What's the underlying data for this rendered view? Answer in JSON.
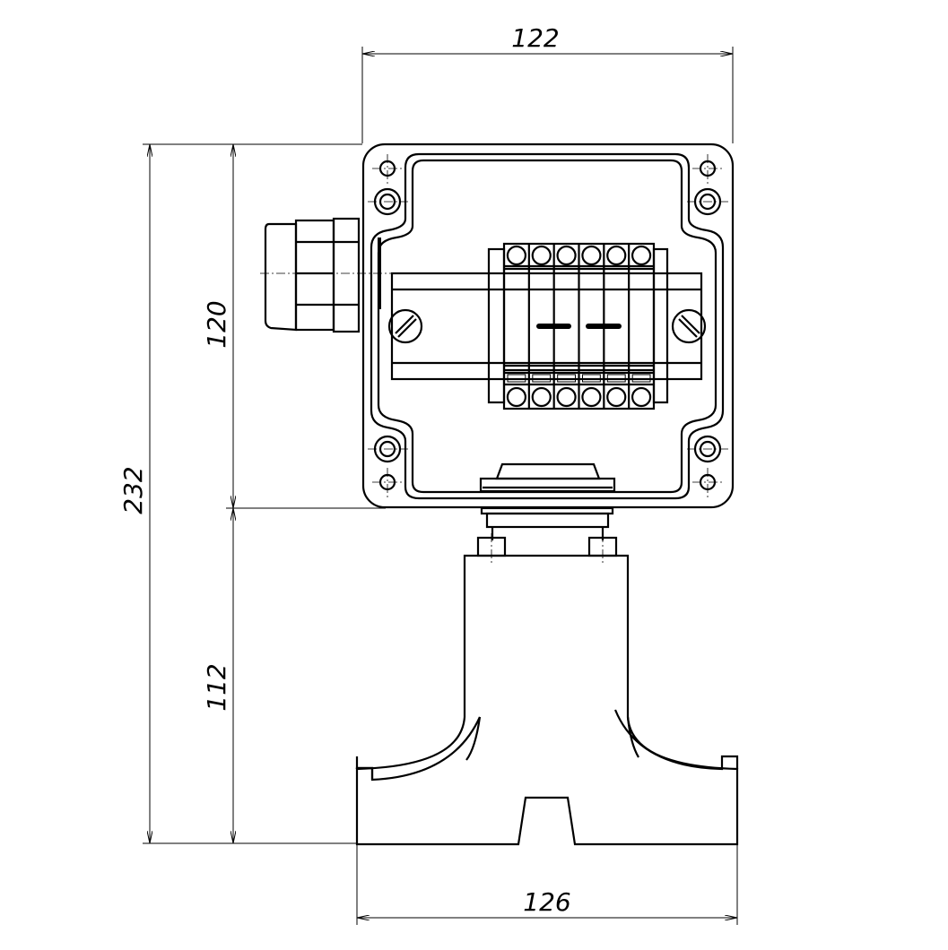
{
  "title": "Junction box on mounting stand - dimensional drawing",
  "dimensions": {
    "width_top": "122",
    "total_height": "232",
    "box_height": "120",
    "stand_height": "112",
    "width_base": "126"
  },
  "terminal_block": {
    "terminal_count": 6
  },
  "colors": {
    "line": "#000000",
    "background": "#ffffff"
  }
}
